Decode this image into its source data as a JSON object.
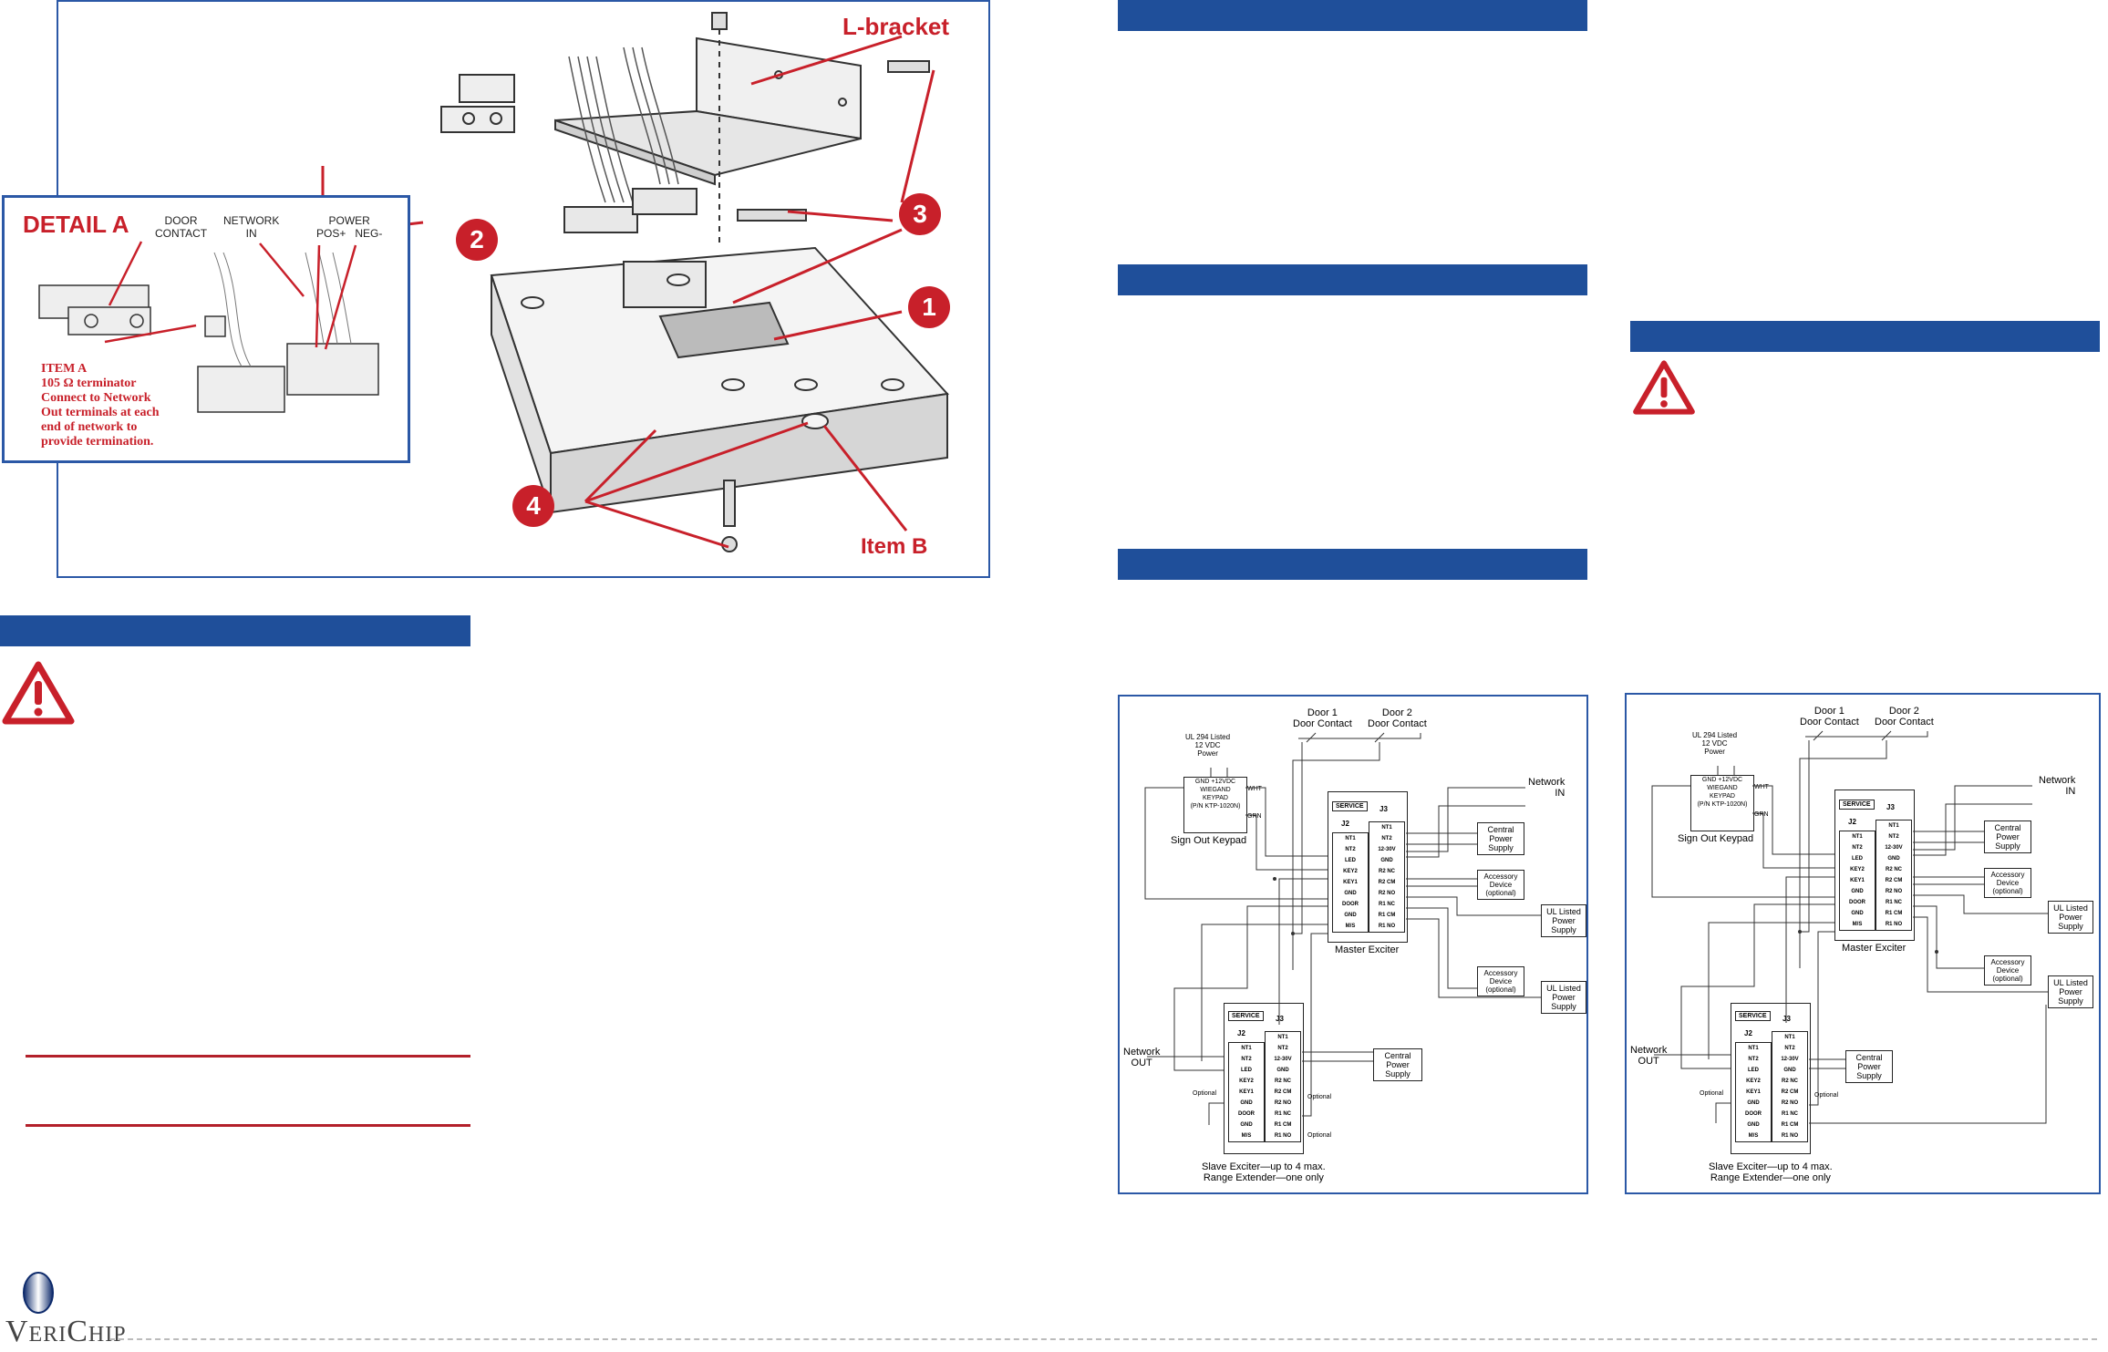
{
  "figure": {
    "lbracket_label": "L-bracket",
    "item_b_label": "Item B",
    "callouts": [
      "1",
      "2",
      "3",
      "4"
    ]
  },
  "detail": {
    "title": "DETAIL A",
    "door_contact": [
      "DOOR",
      "CONTACT"
    ],
    "network_in": [
      "NETWORK",
      "IN"
    ],
    "power": [
      "POWER",
      "POS+",
      "NEG-"
    ],
    "item_a": [
      "ITEM A",
      "105 Ω terminator",
      "Connect to Network",
      "Out terminals at each",
      "end of network to",
      "provide termination."
    ]
  },
  "wiring": {
    "door1": [
      "Door 1",
      "Door Contact"
    ],
    "door2": [
      "Door 2",
      "Door Contact"
    ],
    "ul294": [
      "UL 294 Listed",
      "12 VDC",
      "Power"
    ],
    "keypad_terms": "GND  +12VDC",
    "keypad_lines": [
      "WIEGAND",
      "KEYPAD",
      "(P/N KTP-1020N)"
    ],
    "wht": "WHT",
    "grn": "GRN",
    "sign_out": "Sign Out Keypad",
    "network_in": [
      "Network",
      "IN"
    ],
    "network_out": [
      "Network",
      "OUT"
    ],
    "service": "SERVICE",
    "j2": "J2",
    "j3": "J3",
    "rows_left": [
      "NT1",
      "NT2",
      "LED",
      "KEY2",
      "KEY1",
      "GND",
      "DOOR",
      "GND",
      "M/S"
    ],
    "rows_right": [
      "NT1",
      "NT2",
      "12-30V",
      "GND",
      "R2 NC",
      "R2 CM",
      "R2 NO",
      "R1 NC",
      "R1 CM",
      "R1 NO"
    ],
    "central_power": [
      "Central",
      "Power",
      "Supply"
    ],
    "accessory": [
      "Accessory",
      "Device",
      "(optional)"
    ],
    "ul_power": [
      "UL Listed",
      "Power",
      "Supply"
    ],
    "master_label": "Master Exciter",
    "optional": "Optional",
    "slave_label": [
      "Slave Exciter—up to 4 max.",
      "Range Extender—one only"
    ]
  },
  "brand": {
    "name": "VeriChip"
  },
  "colors": {
    "accent_blue": "#1f4f9a",
    "callout_red": "#c8202a",
    "panel_border": "#2b58a6"
  }
}
